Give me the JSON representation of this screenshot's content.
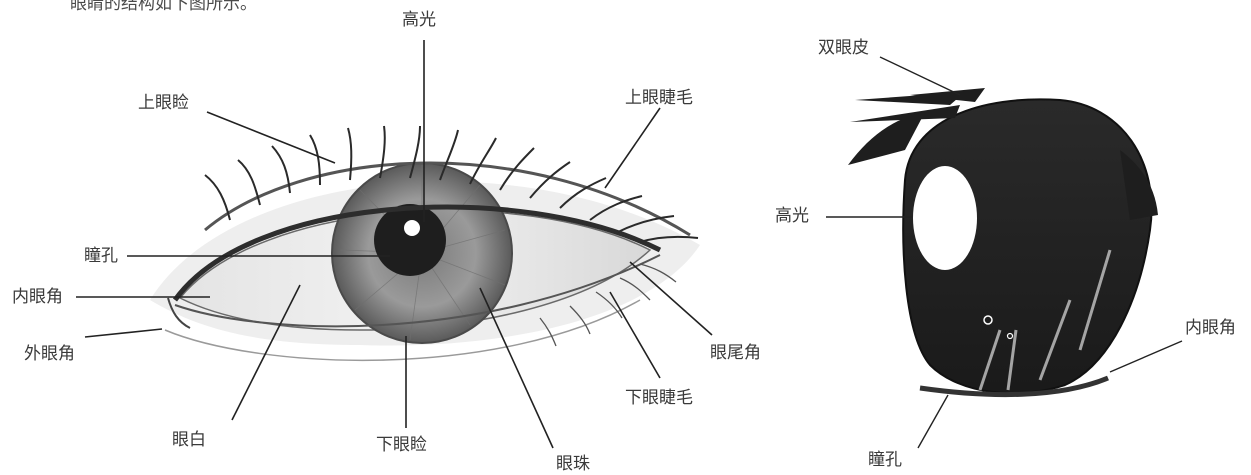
{
  "caption": "眼睛的结构如下图所示。",
  "realistic_eye": {
    "labels": {
      "highlight": "高光",
      "upper_eyelid": "上眼睑",
      "upper_lashes": "上眼睫毛",
      "pupil": "瞳孔",
      "inner_corner": "内眼角",
      "outer_corner": "外眼角",
      "eye_tail": "眼尾角",
      "lower_lashes": "下眼睫毛",
      "eye_white": "眼白",
      "lower_eyelid": "下眼睑",
      "iris": "眼珠"
    }
  },
  "anime_eye": {
    "labels": {
      "double_eyelid": "双眼皮",
      "highlight": "高光",
      "inner_corner": "内眼角",
      "pupil": "瞳孔"
    }
  }
}
